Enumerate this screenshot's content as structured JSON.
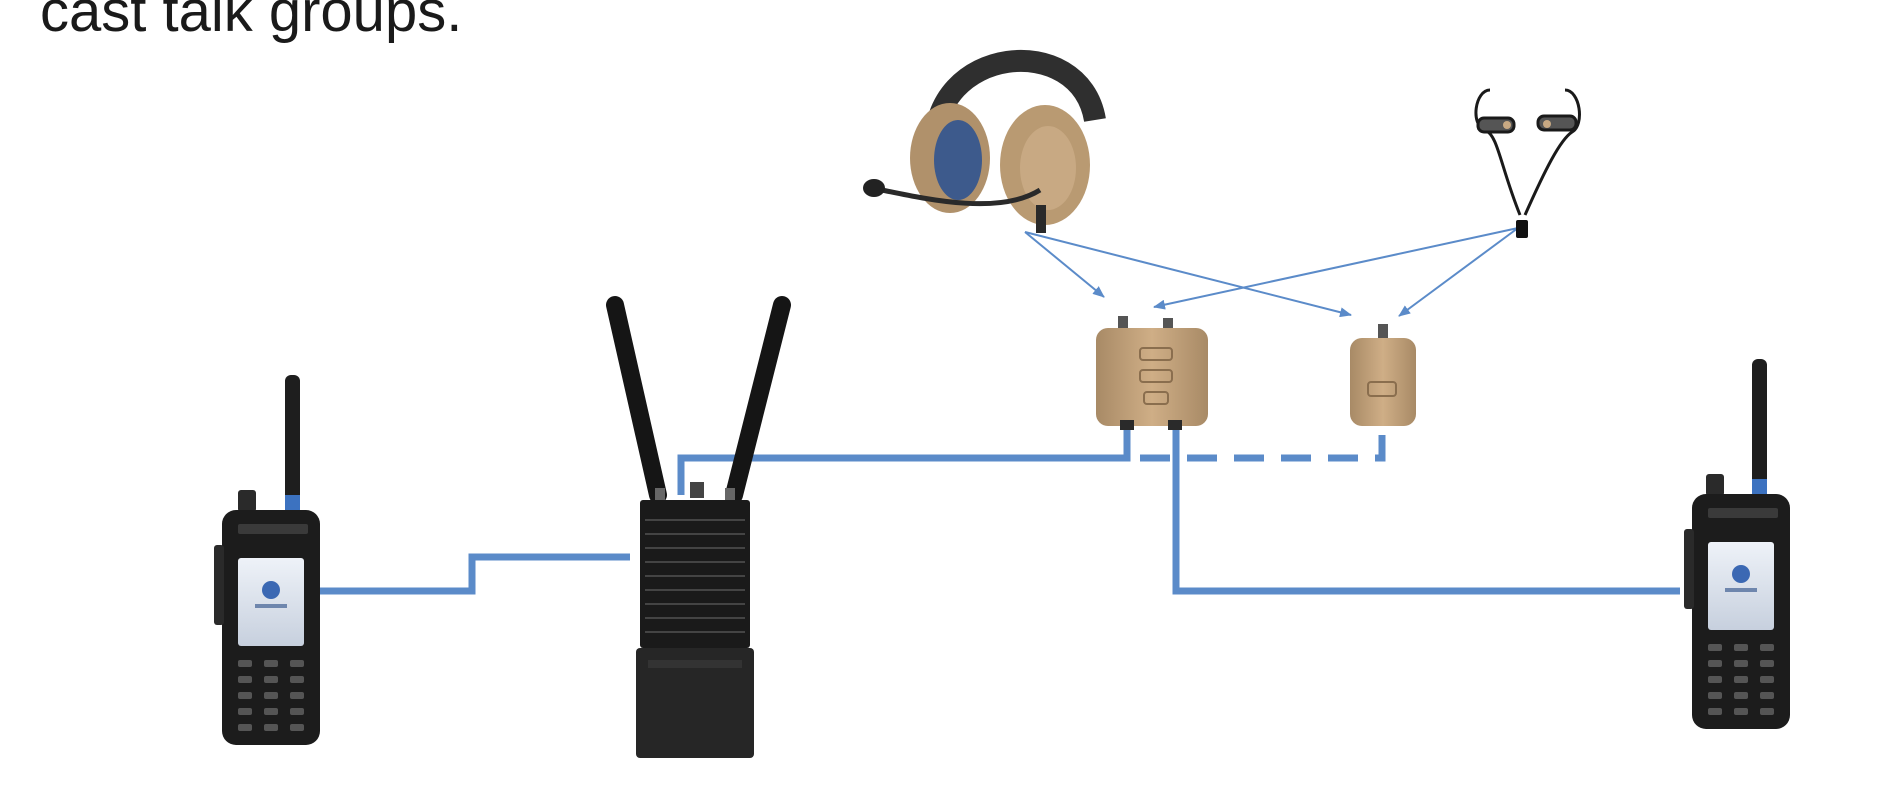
{
  "slide": {
    "heading_fragment": "cast talk groups."
  },
  "colors": {
    "link": "#5b8bc9",
    "radio_body": "#1c1c1c",
    "tan": "#c4a27a",
    "background": "#ffffff"
  },
  "devices": {
    "left_radio": "handheld-radio",
    "right_radio": "handheld-radio",
    "router": "portable-dual-antenna-router",
    "headset": "tactical-headset",
    "earpiece": "in-ear-earpiece",
    "adapter_large": "tan-push-to-talk-adapter",
    "adapter_small": "tan-push-to-talk-adapter-small"
  }
}
